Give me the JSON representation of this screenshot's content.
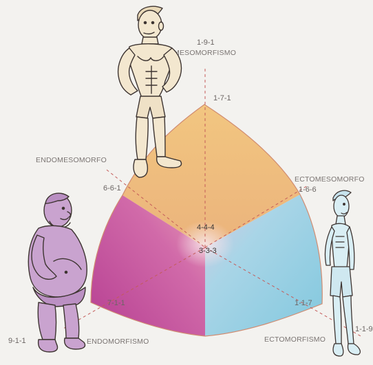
{
  "somatochart": {
    "points": {
      "top_outer": "1-9-1",
      "top_inner": "1-7-1",
      "upper_left": "6-6-1",
      "upper_right": "1-6-6",
      "center_upper": "4-4-4",
      "center_lower": "3-3-3",
      "lower_left_inner": "7-1-1",
      "lower_right_inner": "1-1-7",
      "lower_left_outer": "9-1-1",
      "lower_right_outer": "1-1-9"
    },
    "categories": {
      "mesomorph": "MESOMORFISMO",
      "endomesomorph": "ENDOMESOMORFO",
      "ectomesomorph": "ECTOMESOMORFO",
      "endomorph": "ENDOMORFISMO",
      "ectomorph": "ECTOMORFISMO"
    },
    "colors": {
      "mesomorph_region": "#efc07a",
      "endomorph_region": "#c24f99",
      "ectomorph_region": "#8fcde0",
      "figure_skin_mesomorph": "#f3e7cf",
      "figure_skin_endomorph": "#c9a3cf",
      "figure_skin_ectomorph": "#d9eef4",
      "dashed_line": "#c45b59",
      "label_text": "#6b6563"
    },
    "figures": {
      "mesomorph": "mesomorph-figure",
      "endomorph": "endomorph-figure",
      "ectomorph": "ectomorph-figure"
    }
  }
}
